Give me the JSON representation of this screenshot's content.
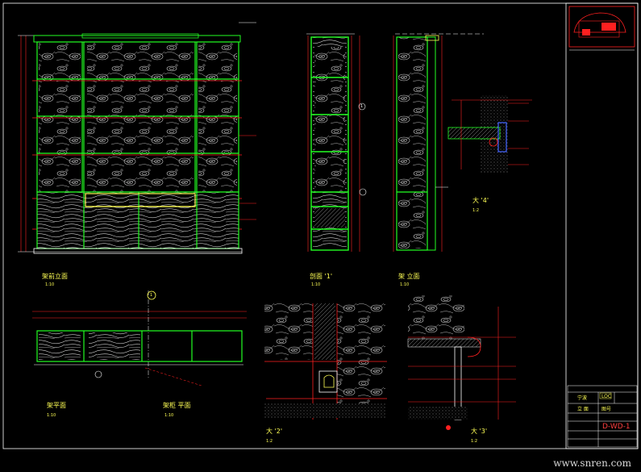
{
  "views": {
    "front_elevation": {
      "title": "架前立面",
      "scale": "1:10"
    },
    "section_1": {
      "title": "剖面 '1'",
      "scale": "1:10"
    },
    "side_elevation": {
      "title": "架 立面",
      "scale": "1:10"
    },
    "plan": {
      "title": "架平面",
      "scale": "1:10"
    },
    "plan2": {
      "title": "架柜 平面",
      "scale": "1:10"
    },
    "detail_2": {
      "title": "大 '2'",
      "scale": "1:2"
    },
    "detail_3": {
      "title": "大 '3'",
      "scale": "1:2"
    },
    "detail_4": {
      "title": "大 '4'",
      "scale": "1:2"
    }
  },
  "markers": {
    "section_1": "1",
    "plan_marker": "1"
  },
  "title_block": {
    "drawing_no": "D-WD-1",
    "row1_a": "宁波",
    "row1_b": "LOC",
    "row2_a": "立 面",
    "row2_b": "图号"
  },
  "watermark": "www.snren.com",
  "colors": {
    "bg": "#000000",
    "green": "#22ff22",
    "white": "#ffffff",
    "red": "#ff2020",
    "yellow": "#ffff55",
    "grey": "#909090"
  }
}
